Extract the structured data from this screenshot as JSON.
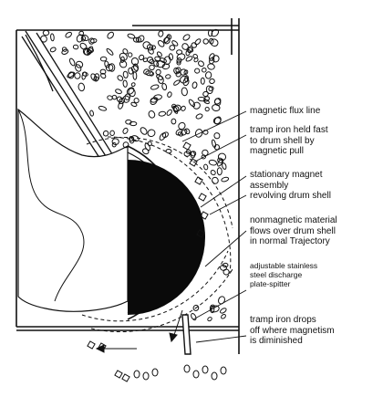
{
  "labels": {
    "flux_line": "magnetic flux line",
    "tramp_held": [
      "tramp iron held fast",
      "to drum shell by",
      "magnetic pull"
    ],
    "stationary_magnet": [
      "stationary magnet",
      "assembly"
    ],
    "revolving_drum": "revolving drum shell",
    "nonmagnetic": [
      "nonmagnetic material",
      "flows over drum shell",
      "in normal Trajectory"
    ],
    "splitter": [
      "adjustable stainless",
      "steel discharge",
      "plate-spitter"
    ],
    "tramp_drops": [
      "tramp iron drops",
      "off where magnetism",
      "is diminished"
    ]
  },
  "colors": {
    "ink": "#111111",
    "magnet": "#0a0a0a",
    "background": "#ffffff"
  }
}
